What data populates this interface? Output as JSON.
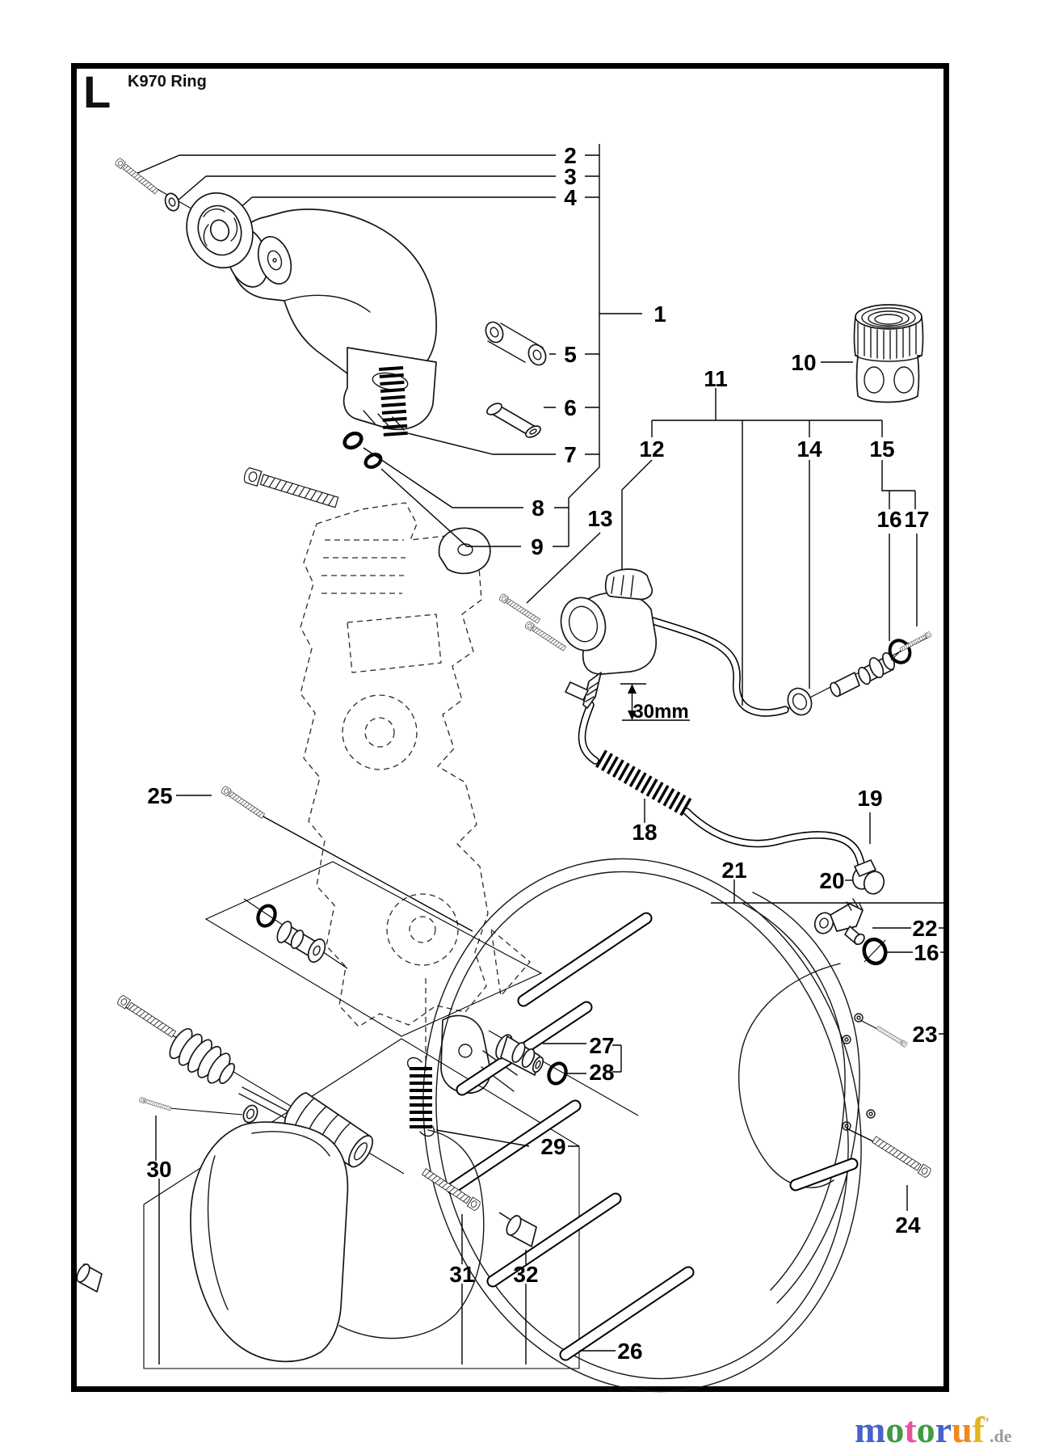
{
  "header": {
    "section_letter": "L",
    "title": "K970 Ring"
  },
  "diagram": {
    "dimension_label": "30mm",
    "callouts": {
      "c1": {
        "label": "1"
      },
      "c2": {
        "label": "2"
      },
      "c3": {
        "label": "3"
      },
      "c4": {
        "label": "4"
      },
      "c5": {
        "label": "5"
      },
      "c6": {
        "label": "6"
      },
      "c7": {
        "label": "7"
      },
      "c8": {
        "label": "8"
      },
      "c9": {
        "label": "9"
      },
      "c10": {
        "label": "10"
      },
      "c11": {
        "label": "11"
      },
      "c12": {
        "label": "12"
      },
      "c13": {
        "label": "13"
      },
      "c14": {
        "label": "14"
      },
      "c15": {
        "label": "15"
      },
      "c16": {
        "label": "16"
      },
      "c17": {
        "label": "17"
      },
      "c18": {
        "label": "18"
      },
      "c19": {
        "label": "19"
      },
      "c20": {
        "label": "20"
      },
      "c21": {
        "label": "21"
      },
      "c22": {
        "label": "22"
      },
      "c16b": {
        "label": "16"
      },
      "c23": {
        "label": "23"
      },
      "c24": {
        "label": "24"
      },
      "c25": {
        "label": "25"
      },
      "c26": {
        "label": "26"
      },
      "c27": {
        "label": "27"
      },
      "c28": {
        "label": "28"
      },
      "c29": {
        "label": "29"
      },
      "c30": {
        "label": "30"
      },
      "c31": {
        "label": "31"
      },
      "c32": {
        "label": "32"
      }
    }
  },
  "watermark": {
    "letters": [
      {
        "ch": "m",
        "color": "#4762c8"
      },
      {
        "ch": "o",
        "color": "#3f9b43"
      },
      {
        "ch": "t",
        "color": "#e5539b"
      },
      {
        "ch": "o",
        "color": "#3f9b43"
      },
      {
        "ch": "r",
        "color": "#4762c8"
      },
      {
        "ch": "u",
        "color": "#ef8a1f"
      },
      {
        "ch": "f",
        "color": "#e3b51e"
      }
    ],
    "mark": "’",
    "suffix": ".de"
  }
}
